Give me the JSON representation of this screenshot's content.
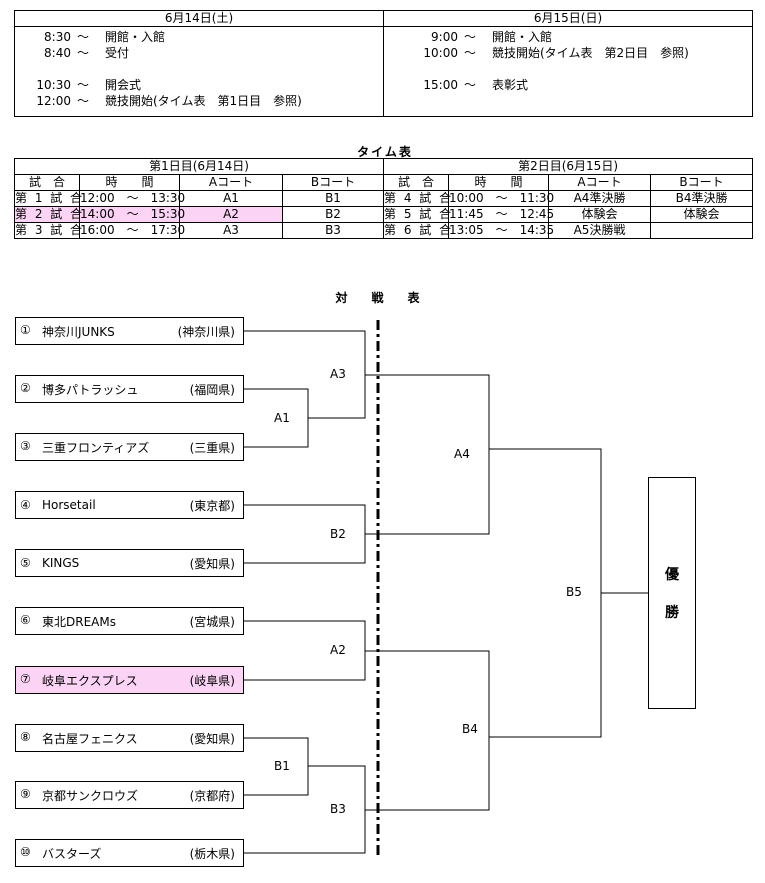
{
  "schedule": {
    "day1": {
      "header": "6月14日(土)",
      "events": [
        {
          "time": "8:30",
          "mark": "～",
          "label": "開館・入館"
        },
        {
          "time": "8:40",
          "mark": "～",
          "label": "受付"
        },
        {
          "time": "",
          "mark": "",
          "label": ""
        },
        {
          "time": "10:30",
          "mark": "～",
          "label": "開会式"
        },
        {
          "time": "12:00",
          "mark": "～",
          "label": "競技開始(タイム表　第1日目　参照)"
        }
      ]
    },
    "day2": {
      "header": "6月15日(日)",
      "events": [
        {
          "time": "9:00",
          "mark": "～",
          "label": "開館・入館"
        },
        {
          "time": "10:00",
          "mark": "～",
          "label": "競技開始(タイム表　第2日目　参照)"
        },
        {
          "time": "",
          "mark": "",
          "label": ""
        },
        {
          "time": "15:00",
          "mark": "～",
          "label": "表彰式"
        }
      ]
    }
  },
  "timetable": {
    "title": "タイム表",
    "day1_header": "第1日目(6月14日)",
    "day2_header": "第2日目(6月15日)",
    "columns": [
      "試　合",
      "時　　間",
      "Aコート",
      "Bコート"
    ],
    "rows": [
      {
        "d1": [
          "第 1 試 合",
          "12:00　～　13:30",
          "A1",
          "B1"
        ],
        "d2": [
          "第 4 試 合",
          "10:00　～　11:30",
          "A4準決勝",
          "B4準決勝"
        ]
      },
      {
        "d1": [
          "第 2 試 合",
          "14:00　～　15:30",
          "A2",
          "B2"
        ],
        "d2": [
          "第 5 試 合",
          "11:45　～　12:45",
          "体験会",
          "体験会"
        ]
      },
      {
        "d1": [
          "第 3 試 合",
          "16:00　～　17:30",
          "A3",
          "B3"
        ],
        "d2": [
          "第 6 試 合",
          "13:05　～　14:35",
          "A5決勝戦",
          ""
        ]
      }
    ],
    "highlight_color": "#fbd3f4"
  },
  "bracket": {
    "title": "対　戦　表",
    "teams": [
      {
        "num": "①",
        "name": "神奈川JUNKS",
        "pref": "(神奈川県)"
      },
      {
        "num": "②",
        "name": "博多パトラッシュ",
        "pref": "(福岡県)"
      },
      {
        "num": "③",
        "name": "三重フロンティアズ",
        "pref": "(三重県)"
      },
      {
        "num": "④",
        "name": "Horsetail",
        "pref": "(東京都)"
      },
      {
        "num": "⑤",
        "name": "KINGS",
        "pref": "(愛知県)"
      },
      {
        "num": "⑥",
        "name": "東北DREAMs",
        "pref": "(宮城県)"
      },
      {
        "num": "⑦",
        "name": "岐阜エクスプレス",
        "pref": "(岐阜県)",
        "highlight": true
      },
      {
        "num": "⑧",
        "name": "名古屋フェニクス",
        "pref": "(愛知県)"
      },
      {
        "num": "⑨",
        "name": "京都サンクロウズ",
        "pref": "(京都府)"
      },
      {
        "num": "⑩",
        "name": "バスターズ",
        "pref": "(栃木県)"
      }
    ],
    "match_labels": {
      "A1": "A1",
      "A2": "A2",
      "A3": "A3",
      "A4": "A4",
      "B1": "B1",
      "B2": "B2",
      "B3": "B3",
      "B4": "B4",
      "B5": "B5"
    },
    "champion": [
      "優",
      "勝"
    ]
  }
}
